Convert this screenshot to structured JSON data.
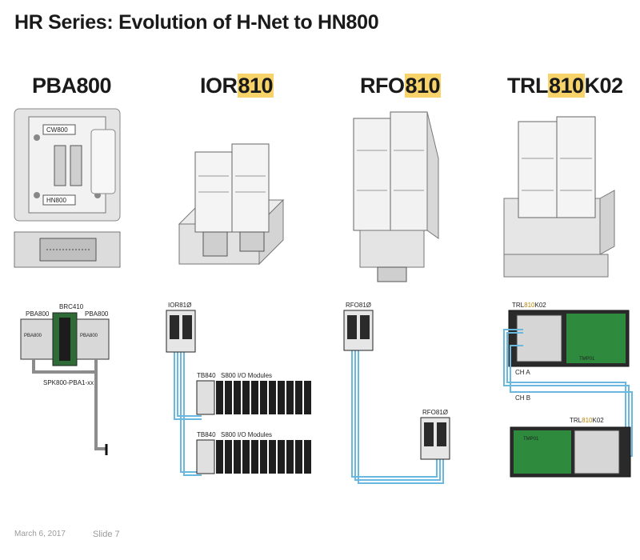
{
  "slide_title": "HR Series:  Evolution of H-Net to HN800",
  "columns": [
    {
      "pre": "PBA800",
      "hl": "",
      "post": ""
    },
    {
      "pre": "IOR",
      "hl": "810",
      "post": ""
    },
    {
      "pre": "RFO",
      "hl": "810",
      "post": ""
    },
    {
      "pre": "TRL",
      "hl": "810",
      "post": "K02"
    }
  ],
  "pba_diagram": {
    "left_module": "PBA800",
    "center_module": "BRC410",
    "right_module": "PBA800",
    "cable": "SPK800-PBA1-xx",
    "photo_label_top": "CW800",
    "photo_label_bottom": "HN800",
    "module_face_label": "PBA800"
  },
  "ior_diagram": {
    "ior": "IOR81Ø",
    "tb1": "TB840",
    "s800_1": "S800 I/O Modules",
    "tb2": "TB840",
    "s800_2": "S800 I/O Modules"
  },
  "rfo_diagram": {
    "rfo_top": "RFO81Ø",
    "rfo_bottom": "RFO81Ø"
  },
  "trl_diagram": {
    "trl_top_pre": "TRL",
    "trl_top_hl": "810",
    "trl_top_post": "K02",
    "tmp_top": "TMP01",
    "cha": "CH A",
    "chb": "CH B",
    "tmp_bottom": "TMP01",
    "trl_bottom_pre": "TRL",
    "trl_bottom_hl": "810",
    "trl_bottom_post": "K02"
  },
  "footer": {
    "date": "March 6, 2017",
    "slide": "Slide 7"
  },
  "colors": {
    "highlight": "#f7d36a",
    "fiber": "#69b8e0",
    "cable": "#8c8c8c",
    "board": "#2e8b3e"
  }
}
